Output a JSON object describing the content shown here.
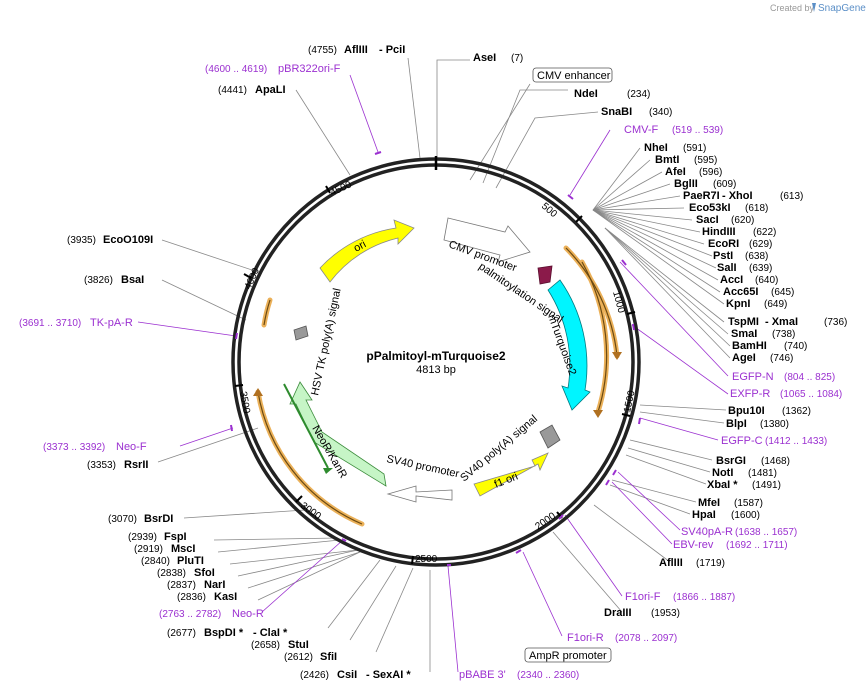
{
  "watermark": {
    "created_by": "Created by",
    "brand": "SnapGene"
  },
  "map": {
    "name": "pPalmitoyl-mTurquoise2",
    "length": "4813 bp"
  },
  "ring_ticks": [
    "500",
    "1000",
    "1500",
    "2000",
    "2500",
    "3000",
    "3500",
    "4000",
    "4500"
  ],
  "features": {
    "cmv_promoter": "CMV promoter",
    "palm_signal": "palmitoylation signal",
    "mturquoise2": "mTurquoise2",
    "sv40_polya": "SV40 poly(A) signal",
    "f1_ori": "f1 ori",
    "sv40_promoter": "SV40 promoter",
    "neor": "NeoR/KanR",
    "hsv_tk": "HSV TK poly(A) signal",
    "ori": "ori"
  },
  "boxed_labels": {
    "cmv_enhancer": "CMV enhancer",
    "ampr_promoter": "AmpR promoter"
  },
  "sites_right": [
    {
      "name": "AseI",
      "pos": "(7)"
    },
    {
      "name": "NdeI",
      "pos": "(234)"
    },
    {
      "name": "SnaBI",
      "pos": "(340)"
    },
    {
      "name": "NheI",
      "pos": "(591)"
    },
    {
      "name": "BmtI",
      "pos": "(595)"
    },
    {
      "name": "AfeI",
      "pos": "(596)"
    },
    {
      "name": "BglII",
      "pos": "(609)"
    },
    {
      "name": "PaeR7I",
      "suffix": " - XhoI",
      "pos": "(613)"
    },
    {
      "name": "Eco53kI",
      "pos": "(618)"
    },
    {
      "name": "SacI",
      "pos": "(620)"
    },
    {
      "name": "HindIII",
      "pos": "(622)"
    },
    {
      "name": "EcoRI",
      "pos": "(629)"
    },
    {
      "name": "PstI",
      "pos": "(638)"
    },
    {
      "name": "SalI",
      "pos": "(639)"
    },
    {
      "name": "AccI",
      "pos": "(640)"
    },
    {
      "name": "Acc65I",
      "pos": "(645)"
    },
    {
      "name": "KpnI",
      "pos": "(649)"
    },
    {
      "name": "TspMI",
      "suffix": " - XmaI",
      "pos": "(736)"
    },
    {
      "name": "SmaI",
      "pos": "(738)"
    },
    {
      "name": "BamHI",
      "pos": "(740)"
    },
    {
      "name": "AgeI",
      "pos": "(746)"
    },
    {
      "name": "Bpu10I",
      "pos": "(1362)"
    },
    {
      "name": "BlpI",
      "pos": "(1380)"
    },
    {
      "name": "BsrGI",
      "pos": "(1468)"
    },
    {
      "name": "NotI",
      "pos": "(1481)"
    },
    {
      "name": "XbaI *",
      "pos": "(1491)"
    },
    {
      "name": "MfeI",
      "pos": "(1587)"
    },
    {
      "name": "HpaI",
      "pos": "(1600)"
    },
    {
      "name": "AflIII",
      "pos": "(1719)"
    },
    {
      "name": "DraIII",
      "pos": "(1953)"
    }
  ],
  "sites_left": [
    {
      "pos": "(4755)",
      "name": "AflIII",
      "suffix": " - PciI"
    },
    {
      "pos": "(4441)",
      "name": "ApaLI"
    },
    {
      "pos": "(3935)",
      "name": "EcoO109I"
    },
    {
      "pos": "(3826)",
      "name": "BsaI"
    },
    {
      "pos": "(3353)",
      "name": "RsrII"
    },
    {
      "pos": "(3070)",
      "name": "BsrDI"
    },
    {
      "pos": "(2939)",
      "name": "FspI"
    },
    {
      "pos": "(2919)",
      "name": "MscI"
    },
    {
      "pos": "(2840)",
      "name": "PluTI"
    },
    {
      "pos": "(2838)",
      "name": "SfoI"
    },
    {
      "pos": "(2837)",
      "name": "NarI"
    },
    {
      "pos": "(2836)",
      "name": "KasI"
    },
    {
      "pos": "(2677)",
      "name": "BspDI *",
      "suffix": " - ClaI *"
    },
    {
      "pos": "(2658)",
      "name": "StuI"
    },
    {
      "pos": "(2612)",
      "name": "SfiI"
    },
    {
      "pos": "(2426)",
      "name": "CsiI",
      "suffix": " - SexAI *"
    }
  ],
  "primers": [
    {
      "name": "pBR322ori-F",
      "range": "(4600 .. 4619)"
    },
    {
      "name": "CMV-F",
      "range": "(519 .. 539)"
    },
    {
      "name": "EGFP-N",
      "range": "(804 .. 825)"
    },
    {
      "name": "EXFP-R",
      "range": "(1065 .. 1084)"
    },
    {
      "name": "EGFP-C",
      "range": "(1412 .. 1433)"
    },
    {
      "name": "SV40pA-R",
      "range": "(1638 .. 1657)"
    },
    {
      "name": "EBV-rev",
      "range": "(1692 .. 1711)"
    },
    {
      "name": "F1ori-F",
      "range": "(1866 .. 1887)"
    },
    {
      "name": "F1ori-R",
      "range": "(2078 .. 2097)"
    },
    {
      "name": "pBABE 3'",
      "range": "(2340 .. 2360)"
    },
    {
      "name": "Neo-R",
      "range": "(2763 .. 2782)"
    },
    {
      "name": "Neo-F",
      "range": "(3373 .. 3392)"
    },
    {
      "name": "TK-pA-R",
      "range": "(3691 .. 3710)"
    }
  ],
  "colors": {
    "ring": "#222222",
    "primer": "#9b30d0",
    "cmv": "#ffffff",
    "ori": "#ffff00",
    "mturq": "#00ffff",
    "neo": "#c6f5c6",
    "palm": "#8b1a4a",
    "polya": "#999999",
    "orange": "#e8a33c"
  }
}
